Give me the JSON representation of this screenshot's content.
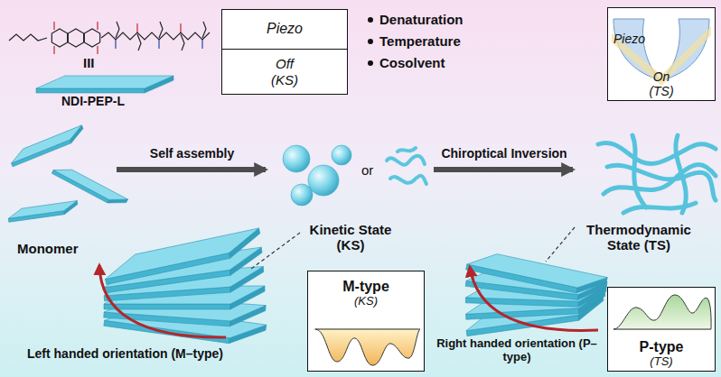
{
  "diagram": {
    "nodes": [
      {
        "text": [
          "Piezo"
        ]
      },
      {
        "text": [
          "Off (KS)"
        ]
      },
      {
        "text": [
          "Piezo",
          "On (TS)"
        ]
      },
      {
        "text": [
          "Monomer"
        ]
      },
      {
        "text": [
          "Kinetic State (KS)"
        ]
      },
      {
        "text": [
          "Thermodynamic State (TS)"
        ]
      },
      {
        "text": [
          "M-type",
          "(KS)"
        ]
      },
      {
        "text": [
          "P-type",
          "(TS)"
        ]
      }
    ],
    "edges": [
      {
        "from": 3,
        "to": 4,
        "arrow": "to",
        "label": "Self assembly"
      },
      {
        "from": 4,
        "to": 5,
        "arrow": "to",
        "label": "Chiroptical Inversion"
      }
    ],
    "labels": [
      "III",
      "NDI-PEP-L",
      "Denaturation",
      "Temperature",
      "Cosolvent",
      "or",
      "Left handed orientation (M–type)",
      "Right handed orientation (P–type)"
    ]
  }
}
